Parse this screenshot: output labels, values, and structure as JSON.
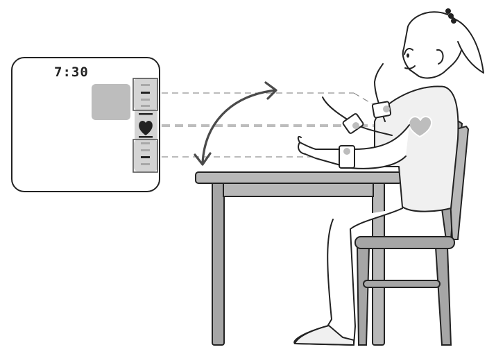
{
  "figure": {
    "type": "instruction-illustration",
    "subject": "Correct wrist blood pressure monitor position at heart level while seated",
    "colors": {
      "outline": "#222222",
      "furniture_fill": "#a6a6a6",
      "furniture_light": "#b8b8b8",
      "guide_gray": "#bdbdbd",
      "shirt_fill": "#f0f0f0",
      "heart_fill": "#bdbdbd",
      "arrow": "#4a4a4a"
    }
  },
  "display": {
    "time": "7:30",
    "indicator_rows": {
      "above": {
        "active_bar": 2,
        "bars": 4
      },
      "heart": {
        "icon": "heart-icon"
      },
      "below": {
        "active_bar": 3,
        "bars": 4
      }
    }
  },
  "guides": [
    {
      "name": "above-heart-level",
      "style": "dashed-thin"
    },
    {
      "name": "heart-level",
      "style": "dashed-thick"
    },
    {
      "name": "below-heart-level",
      "style": "dashed-thin"
    }
  ],
  "annotations": {
    "arrow": "double-headed curved arrow indicating arm movement range"
  }
}
